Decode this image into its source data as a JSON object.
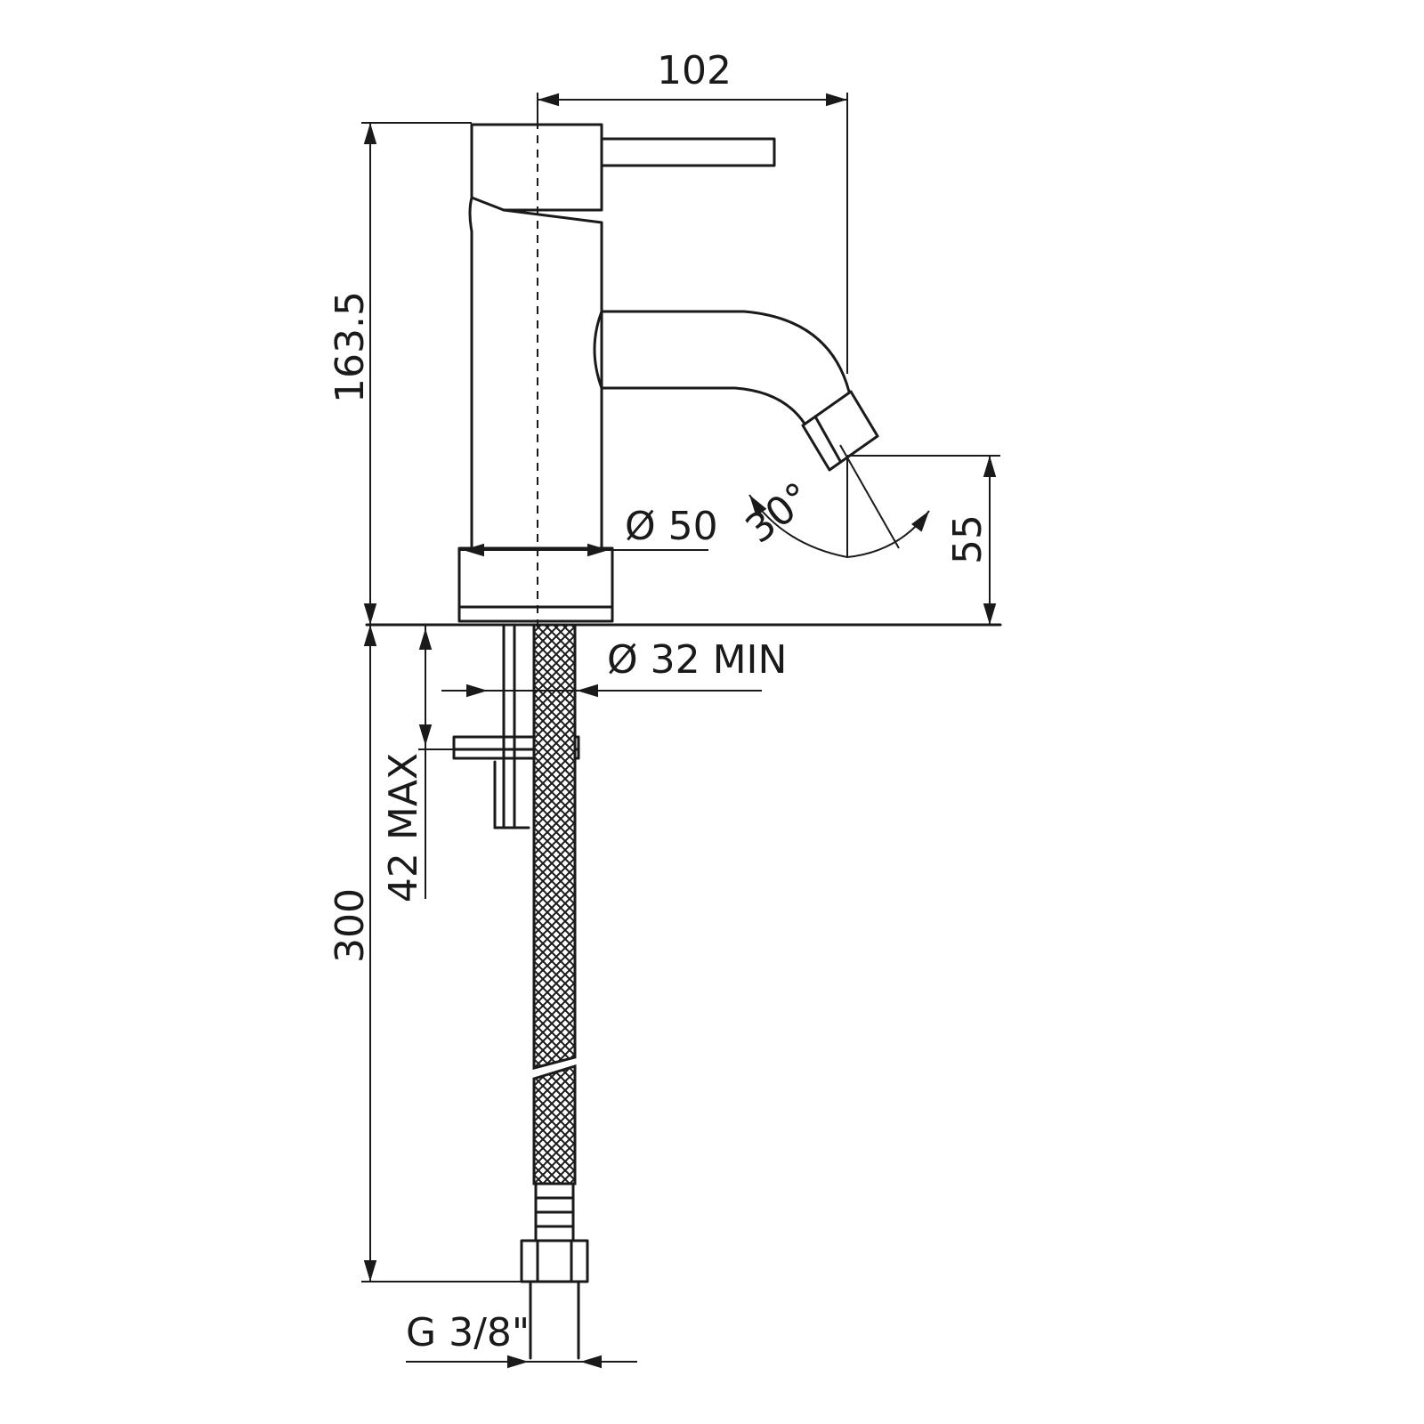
{
  "dimensions": {
    "width_top": "102",
    "height_body": "163.5",
    "base_diameter": "Ø 50",
    "spout_height": "55",
    "angle": "30°",
    "hole_min": "Ø 32  MIN",
    "deck_thickness": "42 MAX",
    "hose_length": "300",
    "thread": "G 3/8\""
  },
  "colors": {
    "line": "#1a1a1a",
    "background": "#ffffff"
  }
}
